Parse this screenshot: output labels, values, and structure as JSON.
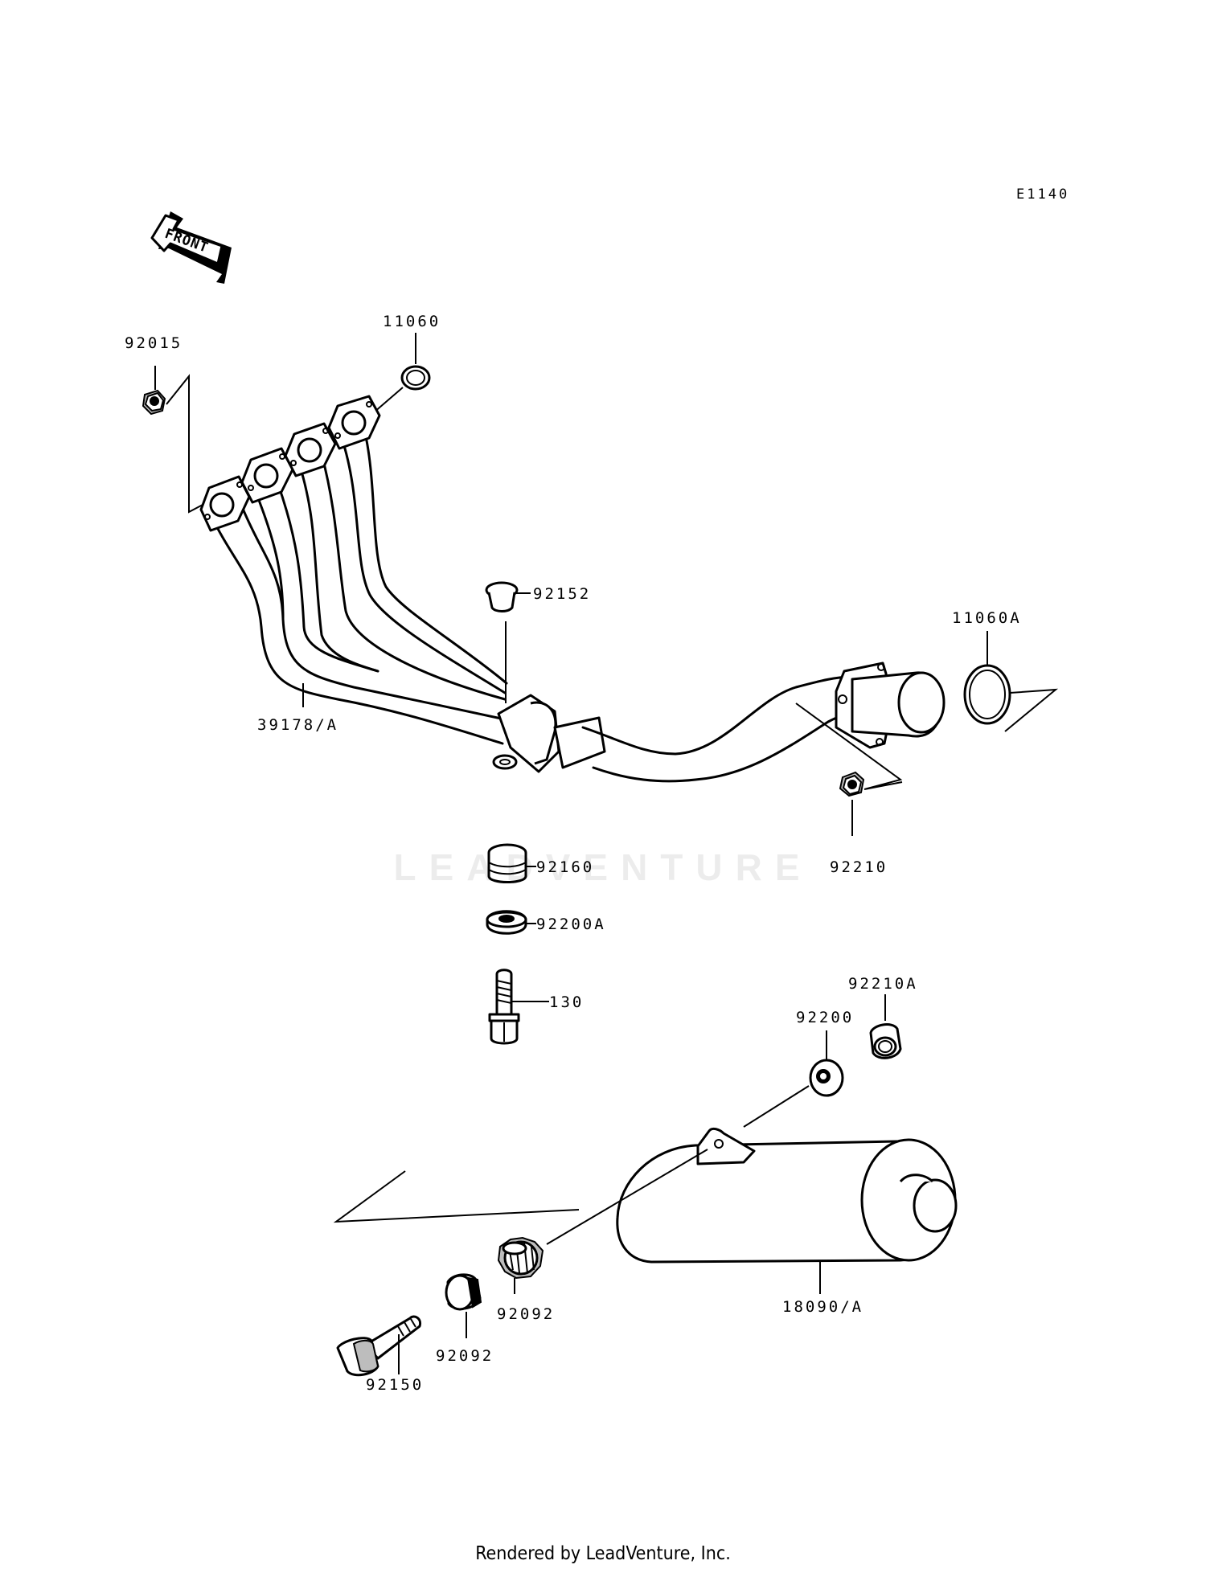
{
  "diagram_code": "E1140",
  "front_badge": "FRONT",
  "labels": {
    "p92015": "92015",
    "p11060": "11060",
    "p92152": "92152",
    "p11060A": "11060A",
    "p39178A": "39178/A",
    "p92160": "92160",
    "p92210": "92210",
    "p92200A": "92200A",
    "p130": "130",
    "p92210A": "92210A",
    "p92200": "92200",
    "p18090A": "18090/A",
    "p92092a": "92092",
    "p92092b": "92092",
    "p92150": "92150"
  },
  "watermark": "LEADVENTURE",
  "footer": "Rendered by LeadVenture, Inc."
}
